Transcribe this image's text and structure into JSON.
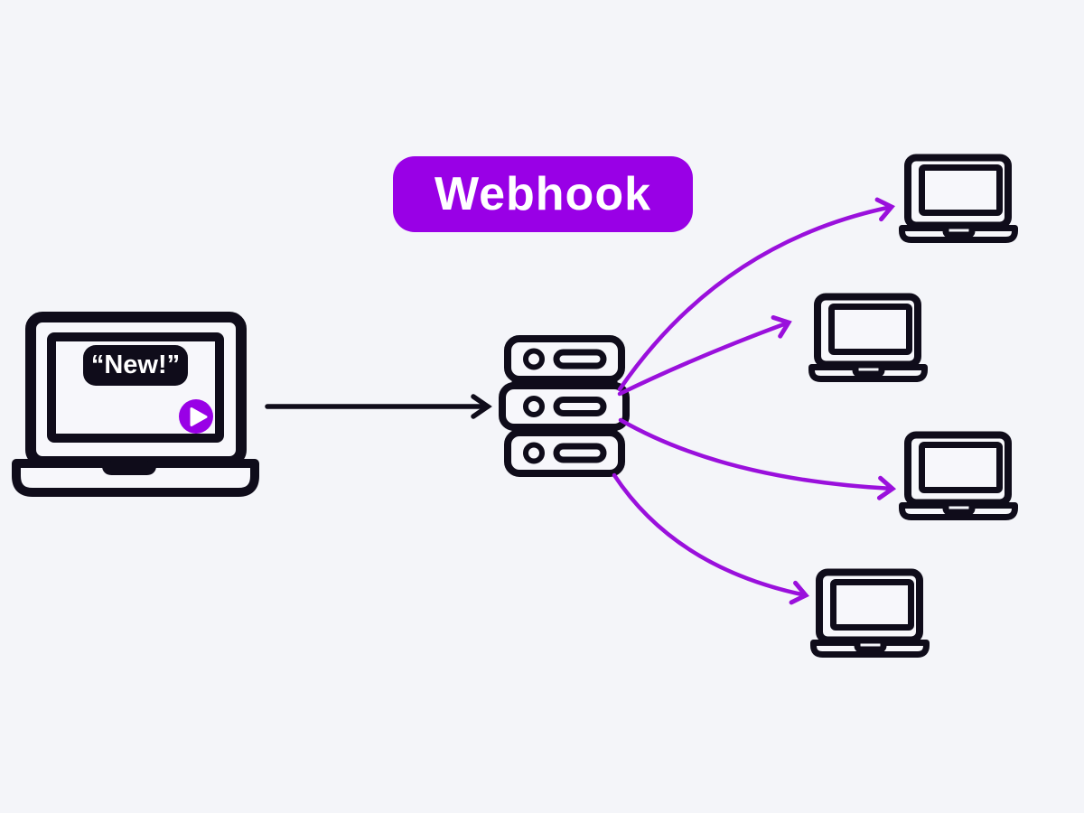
{
  "title_badge": {
    "label": "Webhook"
  },
  "publisher_laptop": {
    "notification_label": "“New!”",
    "has_play_button": true
  },
  "diagram": {
    "nodes": [
      {
        "id": "publisher-laptop",
        "type": "laptop",
        "position": "left",
        "screen_badge": "“New!”",
        "has_play_button": true
      },
      {
        "id": "webhook-server",
        "type": "server-stack",
        "position": "center",
        "units": 3
      },
      {
        "id": "client-laptop-1",
        "type": "laptop",
        "position": "top-right"
      },
      {
        "id": "client-laptop-2",
        "type": "laptop",
        "position": "upper-right"
      },
      {
        "id": "client-laptop-3",
        "type": "laptop",
        "position": "lower-right"
      },
      {
        "id": "client-laptop-4",
        "type": "laptop",
        "position": "bottom-right"
      }
    ],
    "edges": [
      {
        "from": "publisher-laptop",
        "to": "webhook-server",
        "style": "straight-arrow",
        "color": "#0F0C1A"
      },
      {
        "from": "webhook-server",
        "to": "client-laptop-1",
        "style": "curved-arrow",
        "color": "#9A10DC"
      },
      {
        "from": "webhook-server",
        "to": "client-laptop-2",
        "style": "curved-arrow",
        "color": "#9A10DC"
      },
      {
        "from": "webhook-server",
        "to": "client-laptop-3",
        "style": "curved-arrow",
        "color": "#9A10DC"
      },
      {
        "from": "webhook-server",
        "to": "client-laptop-4",
        "style": "curved-arrow",
        "color": "#9A10DC"
      }
    ]
  },
  "icons": {
    "publisher": "laptop-icon",
    "server": "server-stack-icon",
    "clients": "laptop-icon",
    "play": "play-icon"
  },
  "colors": {
    "background": "#F4F5F9",
    "ink": "#0F0C1A",
    "accent_purple": "#9900E6",
    "arrow_purple": "#9A10DC",
    "badge_text": "#FFFFFF",
    "icon_fill": "#F7F7FB"
  }
}
